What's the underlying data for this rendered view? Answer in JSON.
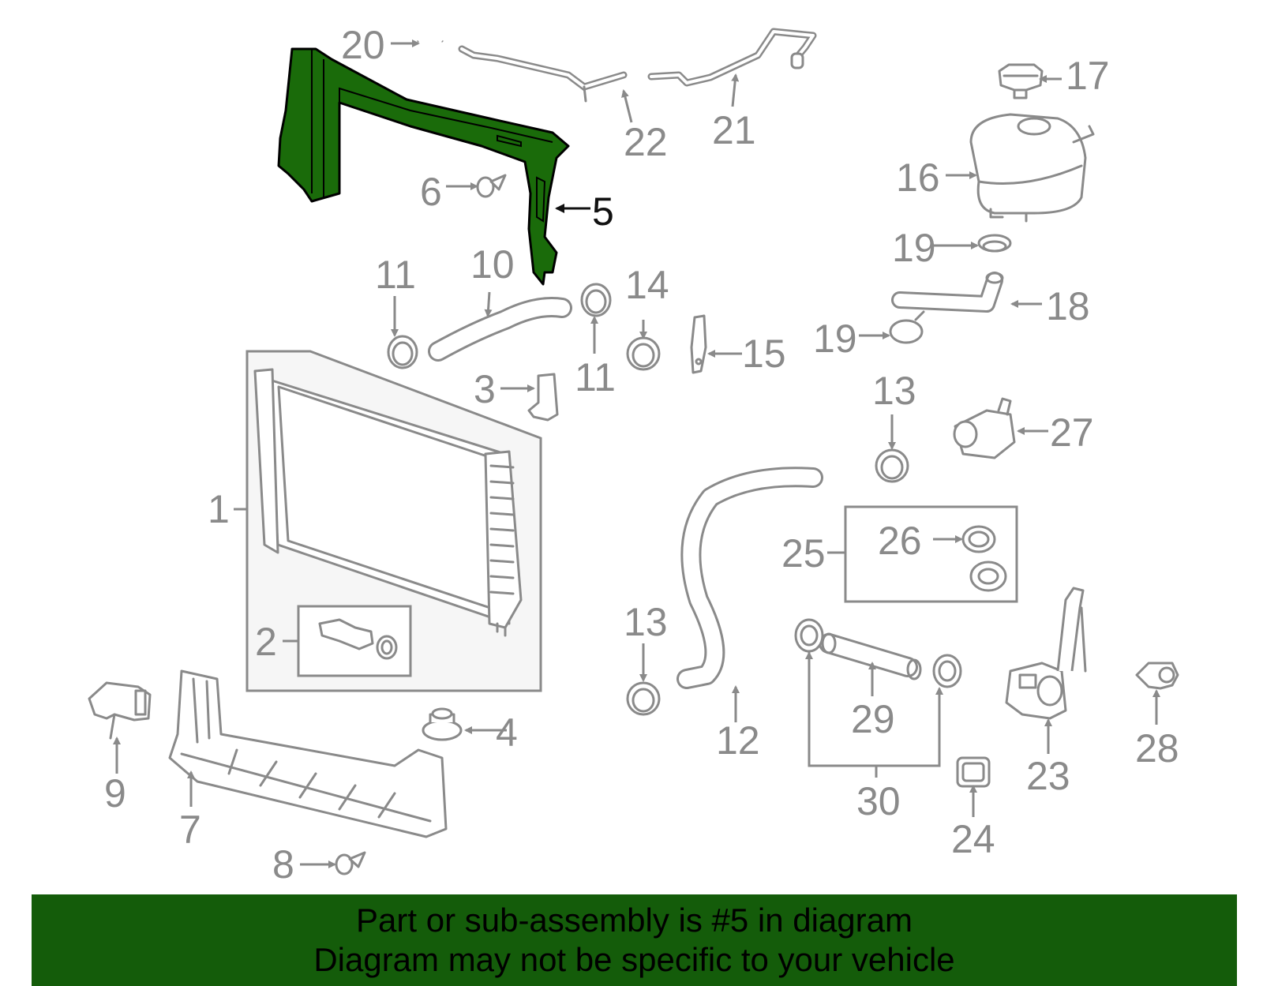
{
  "highlight_color": "#1a6b0a",
  "banner_color": "#145c0a",
  "part_color": "#8a8a8a",
  "callouts": {
    "c1": "1",
    "c2": "2",
    "c3": "3",
    "c4": "4",
    "c5": "5",
    "c6": "6",
    "c7": "7",
    "c8": "8",
    "c9": "9",
    "c10": "10",
    "c11a": "11",
    "c11b": "11",
    "c12": "12",
    "c13a": "13",
    "c13b": "13",
    "c14": "14",
    "c15": "15",
    "c16": "16",
    "c17": "17",
    "c18": "18",
    "c19a": "19",
    "c19b": "19",
    "c20": "20",
    "c21": "21",
    "c22": "22",
    "c23": "23",
    "c24": "24",
    "c25": "25",
    "c26": "26",
    "c27": "27",
    "c28": "28",
    "c29": "29",
    "c30": "30"
  },
  "banner": {
    "line1": "Part or sub-assembly is #5 in diagram",
    "line2": "Diagram may not be specific to your vehicle"
  }
}
